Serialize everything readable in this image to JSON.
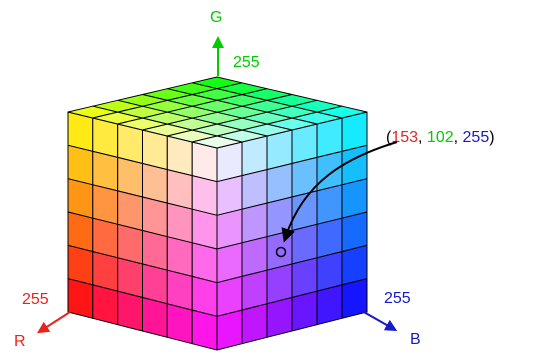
{
  "axes": {
    "g": {
      "label": "G",
      "max_label": "255",
      "color": "#00cc00"
    },
    "r": {
      "label": "R",
      "max_label": "255",
      "color": "#e8231e"
    },
    "b": {
      "label": "B",
      "max_label": "255",
      "color": "#1919cc"
    }
  },
  "grid_steps": 6,
  "annotation": {
    "open_paren": "(",
    "r_value": "153",
    "sep1": ", ",
    "g_value": "102",
    "sep2": ", ",
    "b_value": "255",
    "close_paren": ")",
    "marker_rgb": [
      153,
      102,
      255
    ]
  }
}
